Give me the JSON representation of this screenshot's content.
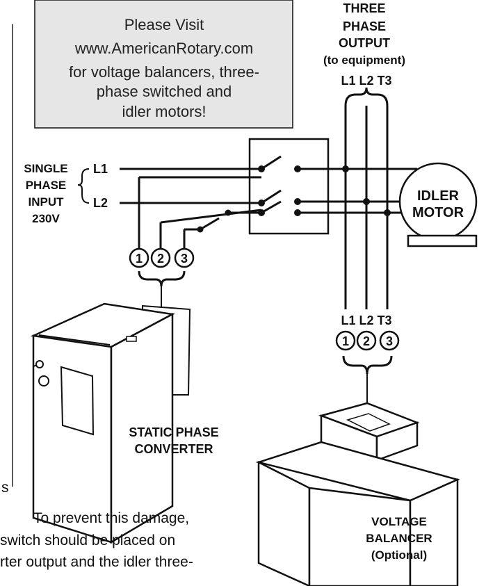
{
  "notice": {
    "lines": [
      "Please Visit",
      "www.AmericanRotary.com",
      "for voltage balancers, three-",
      "phase switched and",
      "idler motors!"
    ]
  },
  "three_phase_output": {
    "lines": [
      "THREE",
      "PHASE",
      "OUTPUT",
      "(to equipment)"
    ],
    "terminals": "L1 L2 T3"
  },
  "single_phase_input": {
    "lines": [
      "SINGLE",
      "PHASE",
      "INPUT",
      "230V"
    ],
    "l1": "L1",
    "l2": "L2"
  },
  "idler_motor": {
    "lines": [
      "IDLER",
      "MOTOR"
    ]
  },
  "converter_terminals": [
    "1",
    "2",
    "3"
  ],
  "balancer_terminals": {
    "labels": "L1 L2 T3",
    "numbers": [
      "1",
      "2",
      "3"
    ]
  },
  "static_phase_converter": {
    "lines": [
      "STATIC PHASE",
      "CONVERTER"
    ]
  },
  "voltage_balancer": {
    "lines": [
      "VOLTAGE",
      "BALANCER",
      "(Optional)"
    ]
  },
  "body_text": {
    "fragment": "s",
    "lines": [
      "To prevent this damage,",
      "switch should be placed on",
      "rter output and the idler three-"
    ]
  }
}
